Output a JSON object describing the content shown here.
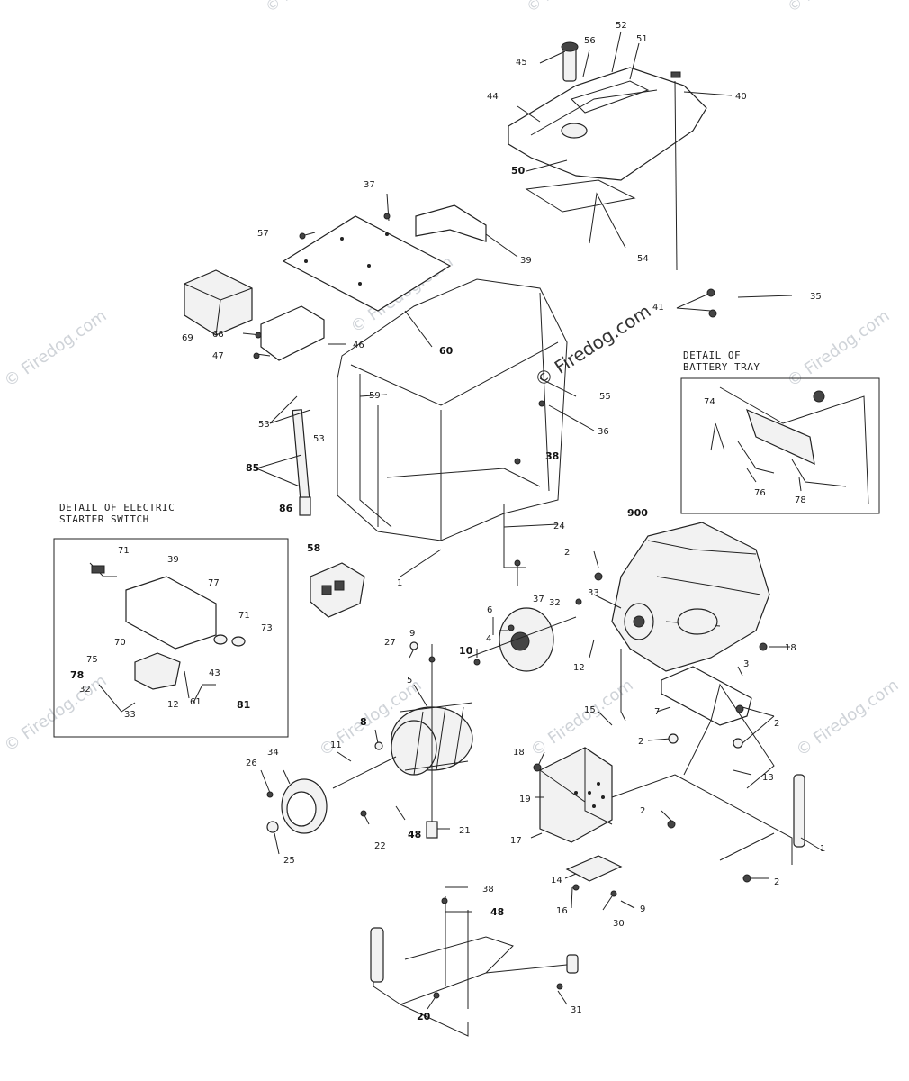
{
  "watermark": "© Firedog.com",
  "details": {
    "electric_starter": [
      "DETAIL OF ELECTRIC",
      "STARTER SWITCH"
    ],
    "battery_tray": [
      "DETAIL OF",
      "BATTERY TRAY"
    ]
  },
  "callouts": {
    "c45": "45",
    "c56": "56",
    "c52": "52",
    "c51": "51",
    "c40": "40",
    "c44": "44",
    "c50": "50",
    "c54": "54",
    "c37a": "37",
    "c39a": "39",
    "c57": "57",
    "c69": "69",
    "c68": "68",
    "c47": "47",
    "c46": "46",
    "c60": "60",
    "c41": "41",
    "c35": "35",
    "c55": "55",
    "c36": "36",
    "c59": "59",
    "c53a": "53",
    "c53b": "53",
    "c85": "85",
    "c86": "86",
    "c38a": "38",
    "c24": "24",
    "c1a": "1",
    "c58": "58",
    "c37b": "37",
    "c74": "74",
    "c76": "76",
    "c78a": "78",
    "c900": "900",
    "c2a": "2",
    "c33a": "33",
    "c32a": "32",
    "c12a": "12",
    "c18a": "18",
    "c3": "3",
    "c7": "7",
    "c2b": "2",
    "c2c": "2",
    "c13": "13",
    "c2d": "2",
    "c1b": "1",
    "c2e": "2",
    "c15": "15",
    "c18b": "18",
    "c19": "19",
    "c17": "17",
    "c14": "14",
    "c16": "16",
    "c30": "30",
    "c9b": "9",
    "c27": "27",
    "c9a": "9",
    "c10": "10",
    "c4": "4",
    "c6": "6",
    "c5": "5",
    "c8": "8",
    "c11": "11",
    "c34": "34",
    "c26": "26",
    "c22": "22",
    "c48a": "48",
    "c21": "21",
    "c25": "25",
    "c38b": "38",
    "c48b": "48",
    "c20": "20",
    "c31": "31",
    "c71a": "71",
    "c39b": "39",
    "c77": "77",
    "c71b": "71",
    "c73": "73",
    "c70": "70",
    "c75": "75",
    "c78b": "78",
    "c32b": "32",
    "c33b": "33",
    "c43": "43",
    "c61": "61",
    "c12b": "12",
    "c81": "81"
  }
}
